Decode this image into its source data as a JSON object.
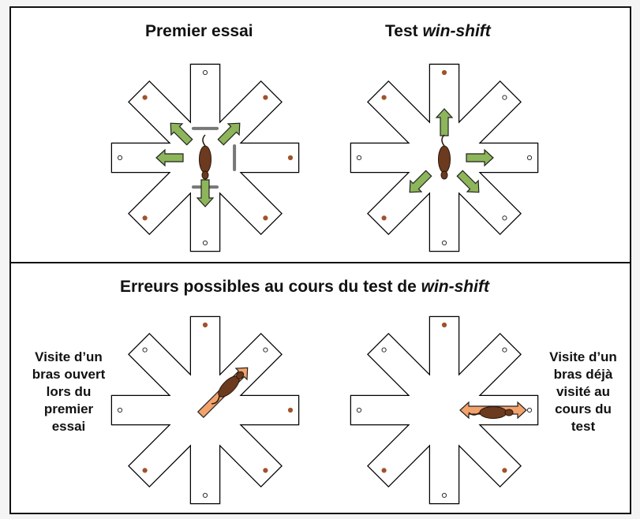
{
  "top": {
    "title_left": "Premier essai",
    "title_right_prefix": "Test ",
    "title_right_italic": "win-shift"
  },
  "bottom": {
    "title_prefix": "Erreurs possibles au cours du test de ",
    "title_italic": "win-shift",
    "left_caption": [
      "Visite d’un",
      "bras ouvert",
      "lors du",
      "premier",
      "essai"
    ],
    "right_caption": [
      "Visite d’un",
      "bras déjà",
      "visité au",
      "cours du",
      "test"
    ]
  },
  "colors": {
    "arrow_green": "#8db55a",
    "arrow_orange": "#f2a26b",
    "rat": "#6b3a1f",
    "bait": "#a0522d",
    "door": "#777777"
  }
}
